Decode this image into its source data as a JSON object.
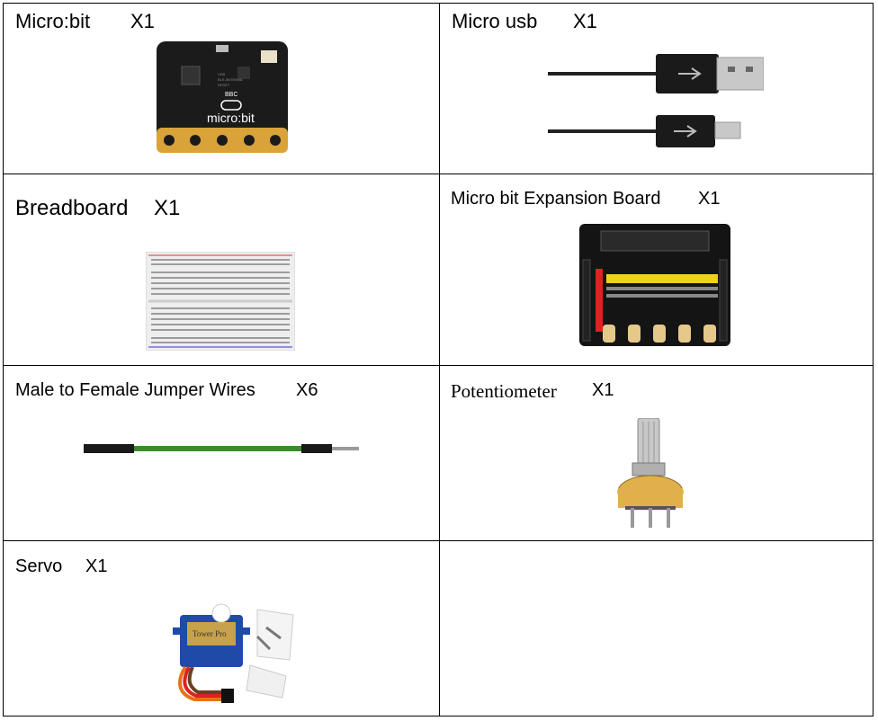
{
  "items": [
    {
      "name": "Micro:bit",
      "qty": "X1",
      "board_text": "micro:bit",
      "bbc": "BBC"
    },
    {
      "name": "Micro usb",
      "qty": "X1"
    },
    {
      "name": "Breadboard",
      "qty": "X1"
    },
    {
      "name": "Micro bit Expansion Board",
      "qty": "X1"
    },
    {
      "name": "Male to Female Jumper Wires",
      "qty": "X6"
    },
    {
      "name": "Potentiometer",
      "qty": "X1"
    },
    {
      "name": "Servo",
      "qty": "X1",
      "brand": "Tower Pro"
    }
  ]
}
